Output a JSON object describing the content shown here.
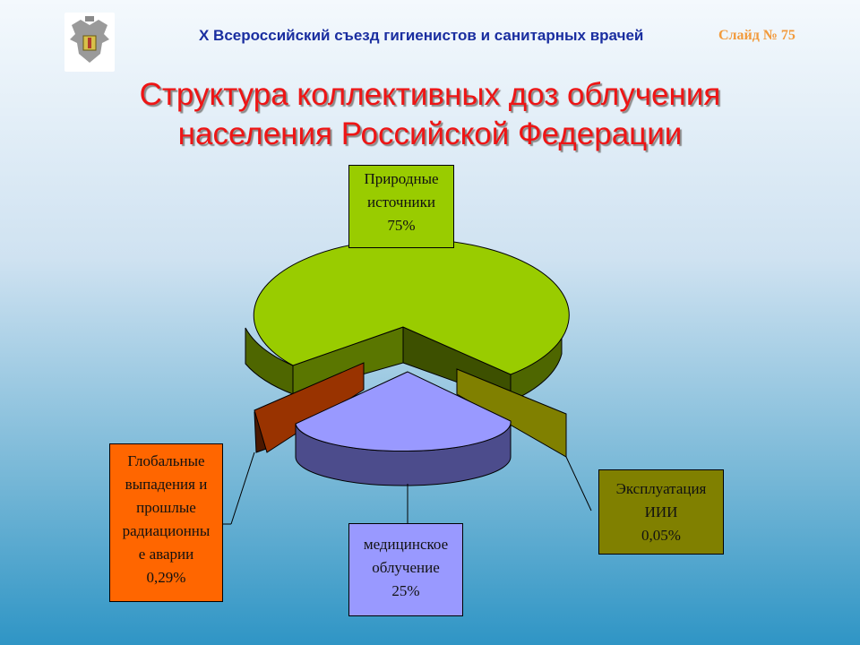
{
  "header": {
    "conference": "X Всероссийский съезд гигиенистов и санитарных врачей",
    "slide": "Слайд № 75"
  },
  "title": {
    "line1": "Структура коллективных доз облучения",
    "line2": "населения Российской Федерации"
  },
  "chart_data": {
    "type": "pie",
    "title": "Структура коллективных доз облучения населения Российской Федерации",
    "slices": [
      {
        "label_lines": [
          "Природные",
          "источники"
        ],
        "value": 75,
        "value_text": "75%",
        "color": "#99cc00",
        "label_bg": "#99cc00"
      },
      {
        "label_lines": [
          "медицинское",
          "облучение"
        ],
        "value": 25,
        "value_text": "25%",
        "color": "#9999ff",
        "label_bg": "#9999ff"
      },
      {
        "label_lines": [
          "Глобальные",
          "выпадения и",
          "прошлые",
          "радиационны",
          "е аварии"
        ],
        "value": 0.29,
        "value_text": "0,29%",
        "color": "#993300",
        "label_bg": "#ff6600"
      },
      {
        "label_lines": [
          "Эксплуатация",
          "ИИИ"
        ],
        "value": 0.05,
        "value_text": "0,05%",
        "color": "#808000",
        "label_bg": "#808000"
      }
    ]
  }
}
